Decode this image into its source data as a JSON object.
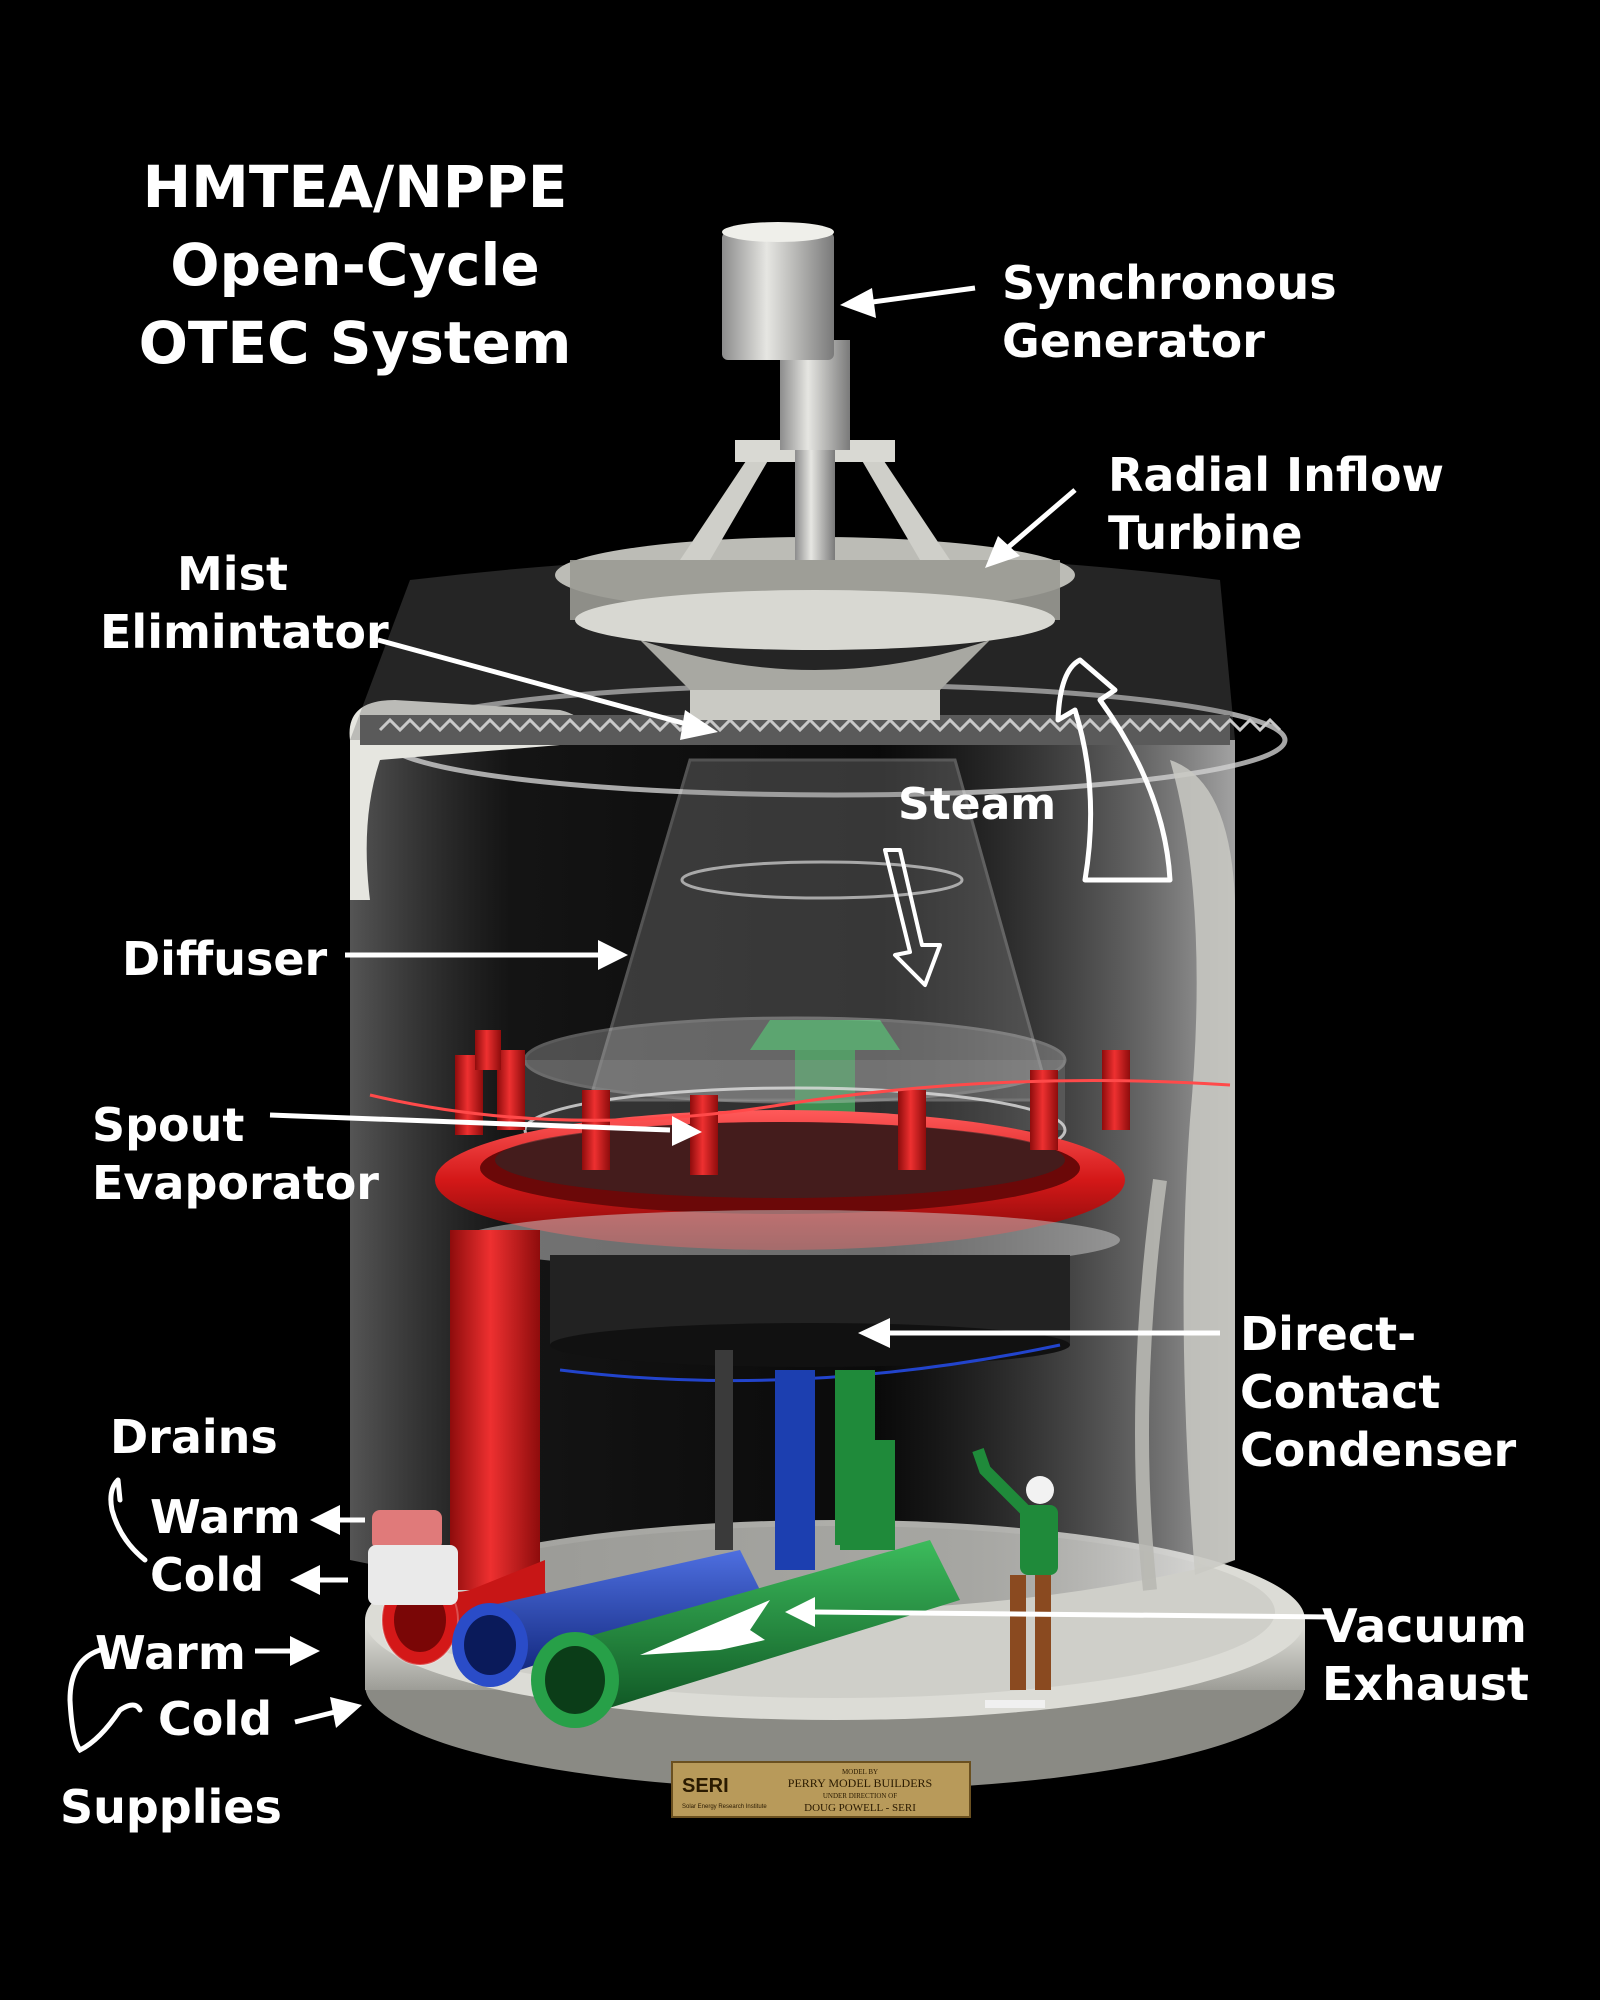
{
  "title": [
    "HMTEA/NPPE",
    "Open-Cycle",
    "OTEC System"
  ],
  "labels": {
    "synchronous_generator": [
      "Synchronous",
      "Generator"
    ],
    "radial_inflow_turbine": [
      "Radial Inflow",
      "Turbine"
    ],
    "mist_eliminator": [
      "Mist",
      "Elimintator"
    ],
    "steam": "Steam",
    "diffuser": "Diffuser",
    "spout_evaporator": [
      "Spout",
      "Evaporator"
    ],
    "direct_contact_condenser": [
      "Direct-",
      "Contact",
      "Condenser"
    ],
    "drains": "Drains",
    "drains_warm": "Warm",
    "drains_cold": "Cold",
    "supplies_warm": "Warm",
    "supplies_cold": "Cold",
    "supplies": "Supplies",
    "vacuum_exhaust": [
      "Vacuum",
      "Exhaust"
    ]
  },
  "plaque": {
    "logo": "SERI",
    "logo_sub": "Solar Energy Research Institute",
    "line1": "MODEL BY",
    "line2": "PERRY MODEL BUILDERS",
    "line3": "UNDER DIRECTION OF",
    "line4": "DOUG POWELL - SERI"
  },
  "colors": {
    "background": "#000000",
    "label": "#ffffff",
    "warm_pipe": "#d41818",
    "cold_pipe": "#1c3fb0",
    "exhaust_pipe": "#1f8a3a",
    "base": "#cfcfc9"
  }
}
